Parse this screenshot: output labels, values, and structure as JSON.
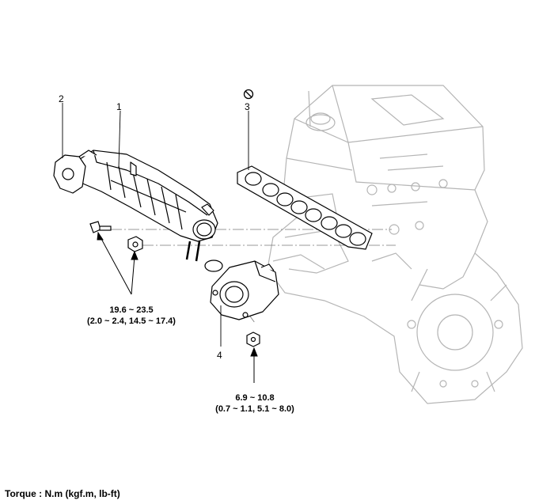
{
  "callouts": {
    "c1": "1",
    "c2": "2",
    "c3": "3",
    "c4": "4"
  },
  "torque_specs": {
    "manifold": {
      "value": "19.6 ~ 23.5",
      "units": "(2.0 ~ 2.4, 14.5 ~ 17.4)"
    },
    "throttle": {
      "value": "6.9 ~ 10.8",
      "units": "(0.7 ~ 1.1, 5.1 ~ 8.0)"
    }
  },
  "legend": "Torque : N.m (kgf.m, lb-ft)",
  "icons": {
    "replace_symbol": "do-not-reuse-icon"
  }
}
